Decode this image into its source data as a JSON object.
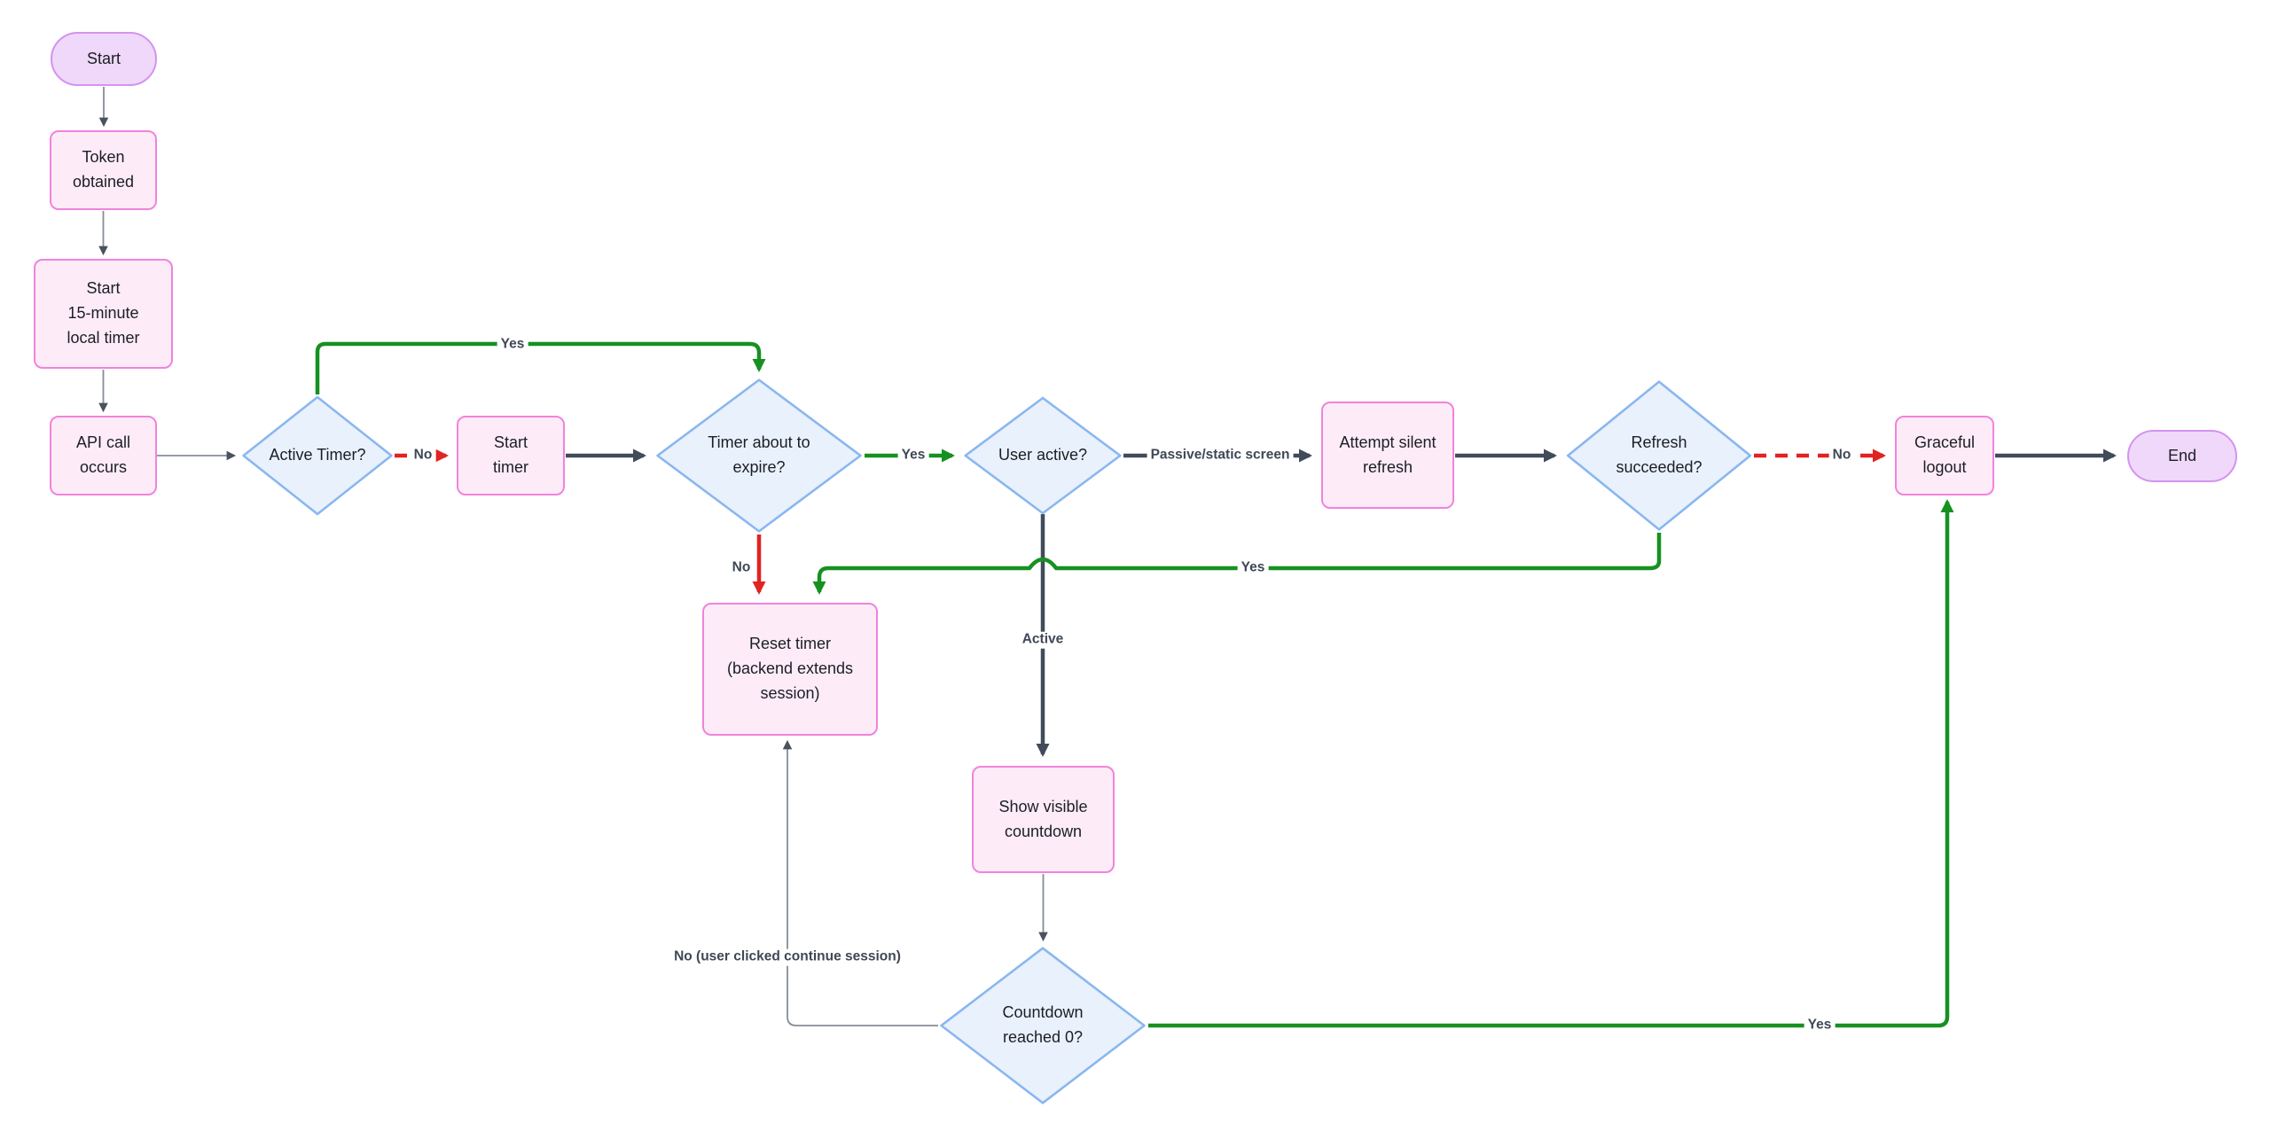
{
  "colors": {
    "background": "#ffffff",
    "terminal_fill": "#efd8f9",
    "terminal_border": "#d493f0",
    "process_fill": "#fdecf8",
    "process_border": "#f183dc",
    "decision_fill": "#e9f1fc",
    "decision_border": "#8ab7ef",
    "edge_dark": "#414b5a",
    "edge_gray": "#868d97",
    "edge_green": "#169121",
    "edge_red": "#e12322",
    "edge_label_color": "#3f4856",
    "node_text_color": "#1b1e24"
  },
  "nodes": {
    "start": {
      "label": "Start",
      "shape": "terminal"
    },
    "token_obtained": {
      "label": "Token\nobtained",
      "shape": "process"
    },
    "start_local_timer": {
      "label": "Start\n15-minute\nlocal timer",
      "shape": "process"
    },
    "api_call": {
      "label": "API call\noccurs",
      "shape": "process"
    },
    "active_timer": {
      "label": "Active Timer?",
      "shape": "decision"
    },
    "start_timer": {
      "label": "Start\ntimer",
      "shape": "process"
    },
    "timer_expire": {
      "label": "Timer about to\nexpire?",
      "shape": "decision"
    },
    "user_active": {
      "label": "User active?",
      "shape": "decision"
    },
    "attempt_refresh": {
      "label": "Attempt silent\nrefresh",
      "shape": "process"
    },
    "refresh_succeeded": {
      "label": "Refresh\nsucceeded?",
      "shape": "decision"
    },
    "graceful_logout": {
      "label": "Graceful\nlogout",
      "shape": "process"
    },
    "end": {
      "label": "End",
      "shape": "terminal"
    },
    "reset_timer": {
      "label": "Reset timer\n(backend extends\nsession)",
      "shape": "process"
    },
    "show_countdown": {
      "label": "Show visible\ncountdown",
      "shape": "process"
    },
    "countdown_zero": {
      "label": "Countdown\nreached 0?",
      "shape": "decision"
    }
  },
  "edge_labels": {
    "yes_loop_top": "Yes",
    "no_active_timer": "No",
    "yes_timer_expire": "Yes",
    "no_timer_expire": "No",
    "passive_screen": "Passive/static screen",
    "active_branch": "Active",
    "yes_refresh_succeeded": "Yes",
    "no_refresh_succeeded": "No",
    "yes_countdown": "Yes",
    "no_countdown": "No (user clicked continue session)"
  },
  "edges": [
    {
      "from": "Start",
      "to": "Token obtained"
    },
    {
      "from": "Token obtained",
      "to": "Start 15-minute local timer"
    },
    {
      "from": "Start 15-minute local timer",
      "to": "API call occurs"
    },
    {
      "from": "API call occurs",
      "to": "Active Timer?"
    },
    {
      "from": "Active Timer?",
      "to": "Timer about to expire?",
      "label": "Yes",
      "color": "green"
    },
    {
      "from": "Active Timer?",
      "to": "Start timer",
      "label": "No",
      "color": "red",
      "style": "dashed"
    },
    {
      "from": "Start timer",
      "to": "Timer about to expire?"
    },
    {
      "from": "Timer about to expire?",
      "to": "User active?",
      "label": "Yes",
      "color": "green"
    },
    {
      "from": "Timer about to expire?",
      "to": "Reset timer (backend extends session)",
      "label": "No",
      "color": "red"
    },
    {
      "from": "User active?",
      "to": "Attempt silent refresh",
      "label": "Passive/static screen"
    },
    {
      "from": "User active?",
      "to": "Show visible countdown",
      "label": "Active"
    },
    {
      "from": "Attempt silent refresh",
      "to": "Refresh succeeded?"
    },
    {
      "from": "Refresh succeeded?",
      "to": "Reset timer (backend extends session)",
      "label": "Yes",
      "color": "green"
    },
    {
      "from": "Refresh succeeded?",
      "to": "Graceful logout",
      "label": "No",
      "color": "red",
      "style": "dashed"
    },
    {
      "from": "Graceful logout",
      "to": "End"
    },
    {
      "from": "Show visible countdown",
      "to": "Countdown reached 0?"
    },
    {
      "from": "Countdown reached 0?",
      "to": "Graceful logout",
      "label": "Yes",
      "color": "green"
    },
    {
      "from": "Countdown reached 0?",
      "to": "Reset timer (backend extends session)",
      "label": "No (user clicked continue session)"
    }
  ]
}
